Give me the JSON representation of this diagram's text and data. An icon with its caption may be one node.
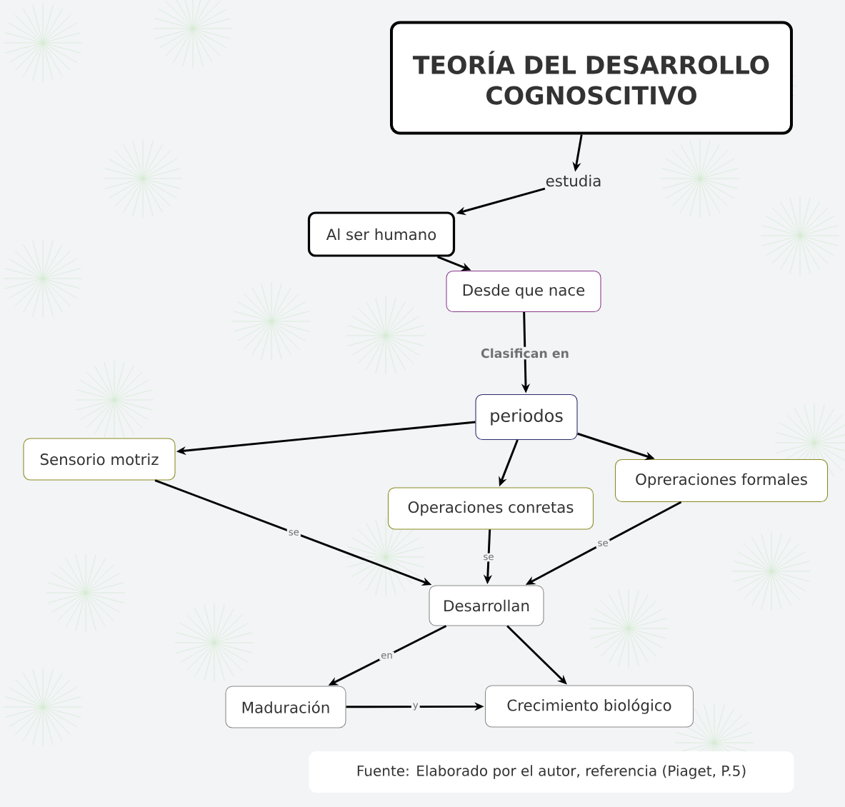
{
  "diagram": {
    "nodes": [
      {
        "text": [
          "TEORÍA DEL DESARROLLO COGNOSCITIVO"
        ]
      },
      {
        "text": [
          "estudia"
        ]
      },
      {
        "text": [
          "Al ser humano"
        ]
      },
      {
        "text": [
          "Desde que nace"
        ]
      },
      {
        "text": [
          "periodos"
        ]
      },
      {
        "text": [
          "Sensorio motriz"
        ]
      },
      {
        "text": [
          "Opreraciones formales"
        ]
      },
      {
        "text": [
          "Operaciones conretas"
        ]
      },
      {
        "text": [
          "Desarrollan"
        ]
      },
      {
        "text": [
          "Maduración"
        ]
      },
      {
        "text": [
          "Crecimiento biológico"
        ]
      }
    ],
    "edges": [
      {
        "from": 0,
        "to": 1,
        "arrow": "to"
      },
      {
        "from": 1,
        "to": 2,
        "arrow": "to"
      },
      {
        "from": 2,
        "to": 3,
        "arrow": "to"
      },
      {
        "from": 3,
        "to": 4,
        "arrow": "to",
        "label": "Clasifican en"
      },
      {
        "from": 4,
        "to": 5,
        "arrow": "to"
      },
      {
        "from": 4,
        "to": 7,
        "arrow": "to"
      },
      {
        "from": 4,
        "to": 6,
        "arrow": "to"
      },
      {
        "from": 5,
        "to": 8,
        "arrow": "to",
        "label": "se"
      },
      {
        "from": 7,
        "to": 8,
        "arrow": "to",
        "label": "se"
      },
      {
        "from": 6,
        "to": 8,
        "arrow": "to",
        "label": "se"
      },
      {
        "from": 8,
        "to": 9,
        "arrow": "to",
        "label": "en"
      },
      {
        "from": 8,
        "to": 10,
        "arrow": "to"
      },
      {
        "from": 9,
        "to": 10,
        "arrow": "to",
        "label": "y"
      }
    ],
    "caption": "Fuente: Elaborado por el autor, referencia (Piaget, P.5)"
  }
}
